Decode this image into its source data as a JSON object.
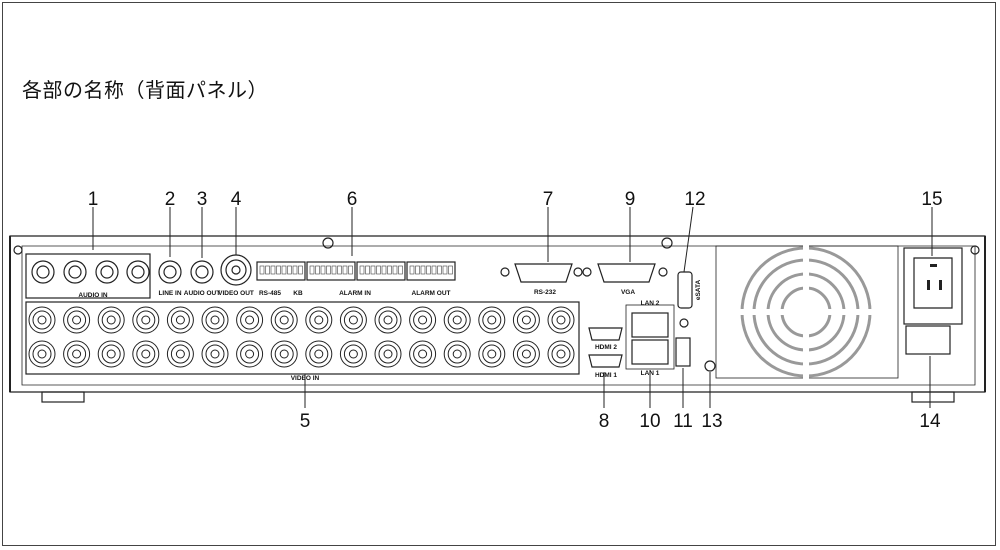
{
  "title": "各部の名称（背面パネル）",
  "callouts": [
    "1",
    "2",
    "3",
    "4",
    "5",
    "6",
    "7",
    "8",
    "9",
    "10",
    "11",
    "12",
    "13",
    "14",
    "15"
  ],
  "panel_labels": {
    "audio_in": "AUDIO IN",
    "line_in": "LINE IN",
    "audio_out": "AUDIO OUT",
    "video_out": "VIDEO OUT",
    "rs485": "RS-485",
    "kb": "KB",
    "alarm_in": "ALARM IN",
    "alarm_out": "ALARM OUT",
    "rs232": "RS-232",
    "vga": "VGA",
    "hdmi2": "HDMI 2",
    "hdmi1": "HDMI 1",
    "lan2": "LAN 2",
    "lan1": "LAN 1",
    "esata": "eSATA",
    "video_in": "VIDEO IN"
  }
}
